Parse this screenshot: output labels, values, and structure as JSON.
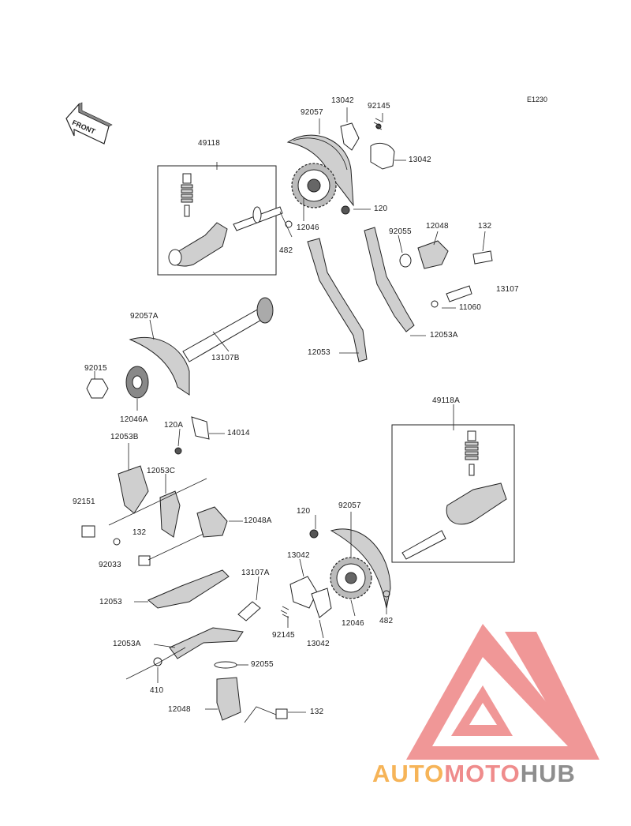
{
  "diagram_code": "E1230",
  "front_label": "FRONT",
  "watermark": {
    "part1": "AUTO",
    "part2": "MOTO",
    "part3": "HUB"
  },
  "labels": {
    "l_92057_top": "92057",
    "l_13042_top": "13042",
    "l_92145_top": "92145",
    "l_13042_r": "13042",
    "l_49118": "49118",
    "l_120_top": "120",
    "l_12046_top": "12046",
    "l_482_top": "482",
    "l_92055_top": "92055",
    "l_12048_top": "12048",
    "l_132_top": "132",
    "l_13107": "13107",
    "l_11060": "11060",
    "l_12053A_top": "12053A",
    "l_12053_top": "12053",
    "l_92057A": "92057A",
    "l_13107B": "13107B",
    "l_92015": "92015",
    "l_12046A": "12046A",
    "l_120A": "120A",
    "l_14014": "14014",
    "l_12053B": "12053B",
    "l_12053C": "12053C",
    "l_92151": "92151",
    "l_12048A": "12048A",
    "l_132_mid": "132",
    "l_92033": "92033",
    "l_49118A": "49118A",
    "l_120_bot": "120",
    "l_92057_bot": "92057",
    "l_13042_bot": "13042",
    "l_13107A": "13107A",
    "l_12053_bot": "12053",
    "l_92145_bot": "92145",
    "l_13042_bot2": "13042",
    "l_12046_bot": "12046",
    "l_482_bot": "482",
    "l_12053A_bot": "12053A",
    "l_92055_bot": "92055",
    "l_410": "410",
    "l_12048_bot": "12048",
    "l_132_bot": "132"
  }
}
